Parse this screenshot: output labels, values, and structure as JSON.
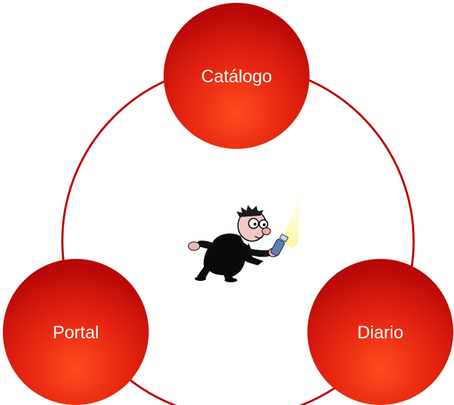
{
  "diagram": {
    "nodes": [
      {
        "label": "Catálogo"
      },
      {
        "label": "Portal"
      },
      {
        "label": "Diario"
      }
    ],
    "center_icon": "detective-with-flashlight-icon",
    "colors": {
      "ring": "#c00000",
      "node_fill_light": "#ff4a1c",
      "node_fill_dark": "#b80808",
      "beam": "#fff27a"
    }
  }
}
